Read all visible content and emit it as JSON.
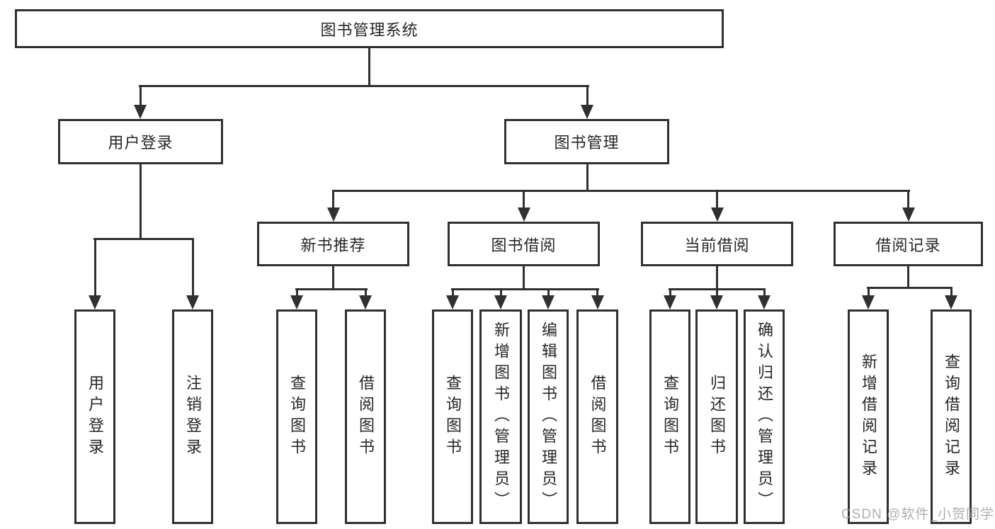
{
  "diagram_title": "图书管理系统",
  "colors": {
    "line": "#303030",
    "text": "#262626",
    "background": "#ffffff",
    "watermark": "#9b9b9b"
  },
  "watermark": {
    "text": "CSDN @软件_小贺同学"
  },
  "tree": {
    "root": {
      "label": "图书管理系统",
      "children": [
        {
          "label": "用户登录",
          "children": [
            {
              "label": "用户登录"
            },
            {
              "label": "注销登录"
            }
          ]
        },
        {
          "label": "图书管理",
          "children": [
            {
              "label": "新书推荐",
              "children": [
                {
                  "label": "查询图书"
                },
                {
                  "label": "借阅图书"
                }
              ]
            },
            {
              "label": "图书借阅",
              "children": [
                {
                  "label": "查询图书"
                },
                {
                  "label": "新增图书（管理员）"
                },
                {
                  "label": "编辑图书（管理员）"
                },
                {
                  "label": "借阅图书"
                }
              ]
            },
            {
              "label": "当前借阅",
              "children": [
                {
                  "label": "查询图书"
                },
                {
                  "label": "归还图书"
                },
                {
                  "label": "确认归还（管理员）"
                }
              ]
            },
            {
              "label": "借阅记录",
              "children": [
                {
                  "label": "新增借阅记录"
                },
                {
                  "label": "查询借阅记录"
                }
              ]
            }
          ]
        }
      ]
    }
  }
}
